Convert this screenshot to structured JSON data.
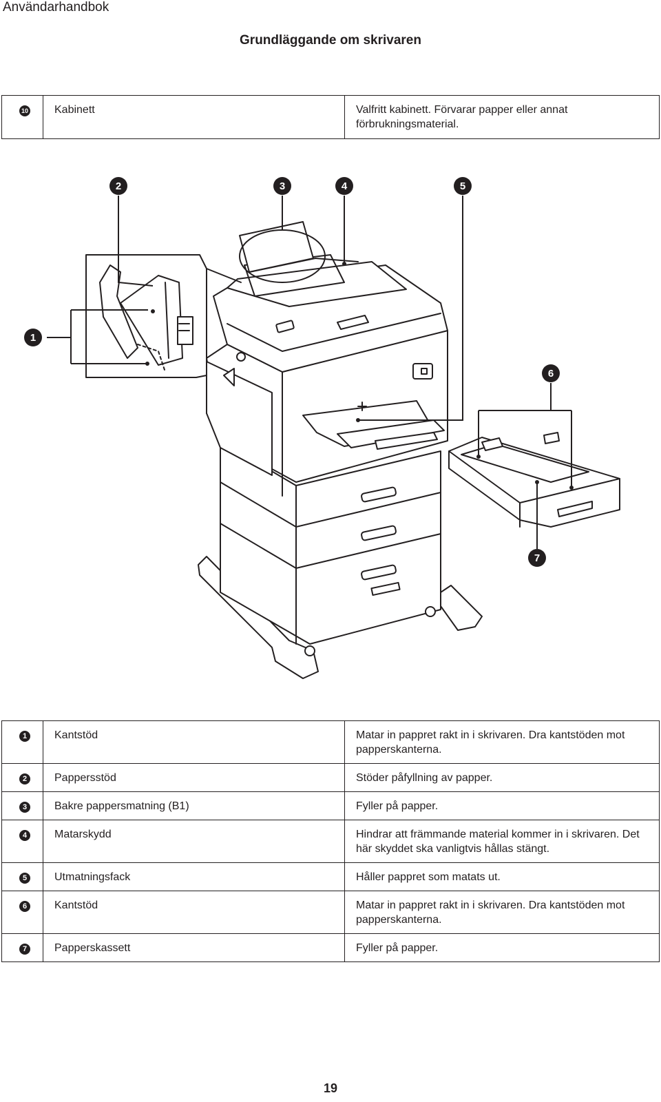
{
  "header": {
    "left": "Användarhandbok"
  },
  "section_title": "Grundläggande om skrivaren",
  "top_table": {
    "rows": [
      {
        "num": "10",
        "name": "Kabinett",
        "desc": "Valfritt kabinett. Förvarar papper eller annat förbrukningsmaterial."
      }
    ]
  },
  "illustration": {
    "callouts": [
      "1",
      "2",
      "3",
      "4",
      "5",
      "6",
      "7"
    ]
  },
  "legend_table": {
    "rows": [
      {
        "num": "1",
        "name": "Kantstöd",
        "desc": "Matar in pappret rakt in i skrivaren. Dra kantstöden mot papperskanterna."
      },
      {
        "num": "2",
        "name": "Pappersstöd",
        "desc": "Stöder påfyllning av papper."
      },
      {
        "num": "3",
        "name": "Bakre pappersmatning (B1)",
        "desc": "Fyller på papper."
      },
      {
        "num": "4",
        "name": "Matarskydd",
        "desc": "Hindrar att främmande material kommer in i skrivaren. Det här skyddet ska vanligtvis hållas stängt."
      },
      {
        "num": "5",
        "name": "Utmatningsfack",
        "desc": "Håller pappret som matats ut."
      },
      {
        "num": "6",
        "name": "Kantstöd",
        "desc": "Matar in pappret rakt in i skrivaren. Dra kantstöden mot papperskanterna."
      },
      {
        "num": "7",
        "name": "Papperskassett",
        "desc": "Fyller på papper."
      }
    ]
  },
  "footer": {
    "page_number": "19"
  }
}
